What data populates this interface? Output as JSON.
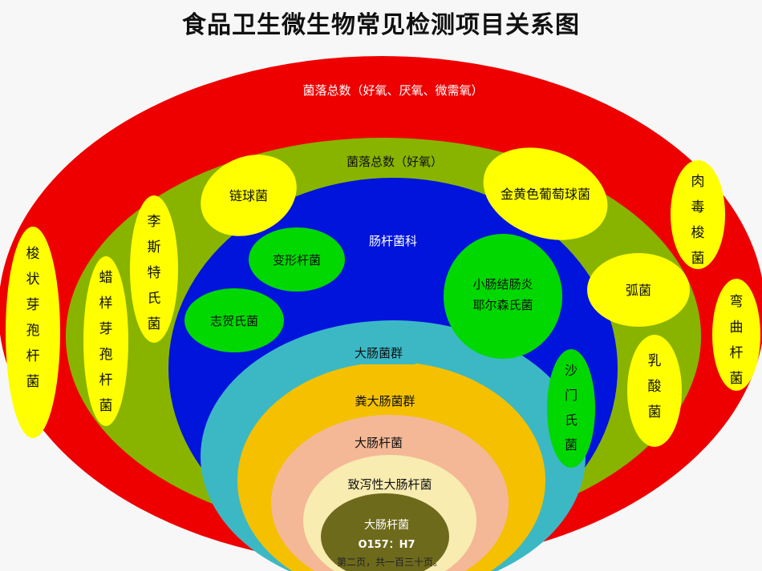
{
  "title": "食品卫生微生物常见检测项目关系图",
  "rings": {
    "outer": "菌落总数（好氧、厌氧、微需氧）",
    "aerobic": "菌落总数（好氧）",
    "enterobacteriaceae": "肠杆菌科",
    "coliforms": "大肠菌群",
    "fecal_coliforms": "粪大肠菌群",
    "ecoli": "大肠杆菌",
    "pathogenic_ecoli": "致泻性大肠杆菌",
    "o157_line1": "大肠杆菌",
    "o157_line2": "O157：H7"
  },
  "outer_bubbles": {
    "bacillus_cereus": "梭状芽孢杆菌",
    "campylobacter": "弯曲杆菌",
    "clostridium_botulinum": "肉毒梭菌"
  },
  "aerobic_bubbles": {
    "bacillus": "蜡样芽孢杆菌",
    "listeria": "李斯特氏菌",
    "streptococcus": "链球菌",
    "staph": "金黄色葡萄球菌",
    "vibrio": "弧菌",
    "lactic": "乳酸菌"
  },
  "entero_bubbles": {
    "proteus": "变形杆菌",
    "shigella": "志贺氏菌",
    "yersinia_line1": "小肠结肠炎",
    "yersinia_line2": "耶尔森氏菌",
    "salmonella": "沙门氏菌"
  },
  "footer": "第二页，共一百三十页。",
  "colors": {
    "outer": "#ee0000",
    "aerobic": "#88b400",
    "entero": "#0014dc",
    "coliform": "#3cb8c4",
    "fecal": "#f4c000",
    "ecoli": "#f4b896",
    "pathogenic": "#f8ecb0",
    "o157": "#6e6a1c",
    "yellow_bubble": "#ffff00",
    "green_bubble": "#00d800"
  }
}
